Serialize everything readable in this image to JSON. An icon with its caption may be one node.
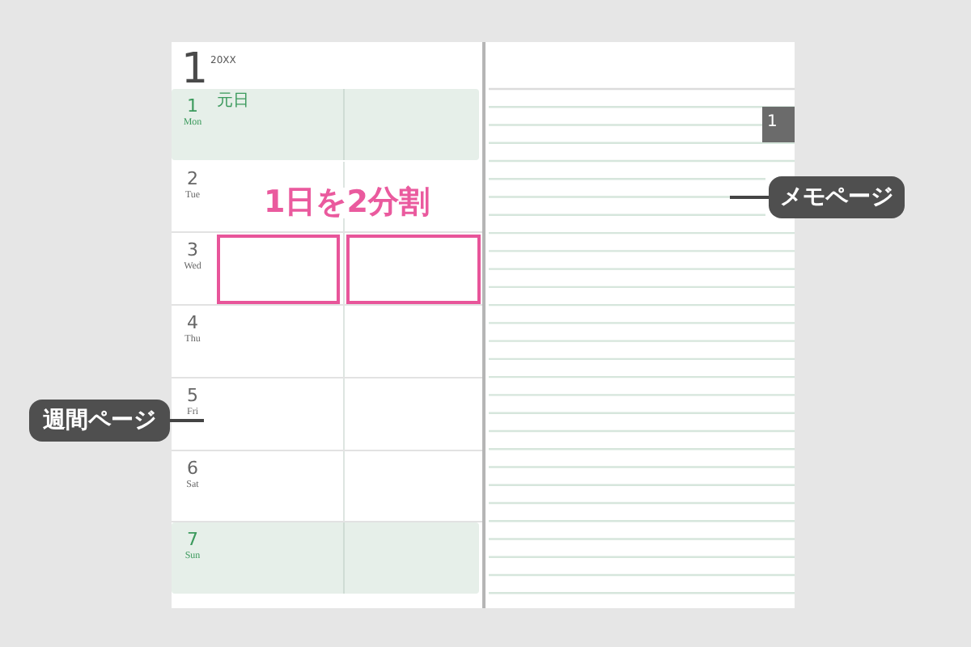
{
  "diagram": {
    "nodes": [
      {
        "text": [
          "1",
          "20XX"
        ]
      },
      {
        "text": [
          "1",
          "元日",
          "Mon"
        ],
        "in": 0
      },
      {
        "text": [
          "2",
          "Tue"
        ],
        "in": 0
      },
      {
        "text": [
          "3",
          "Wed"
        ],
        "in": 0
      },
      {
        "text": [],
        "shape": "box",
        "in": 3
      },
      {
        "text": [],
        "shape": "box",
        "in": 3
      },
      {
        "text": [
          "4",
          "Thu"
        ],
        "in": 0
      },
      {
        "text": [
          "5",
          "Fri"
        ],
        "in": 0
      },
      {
        "text": [
          "6",
          "Sat"
        ],
        "in": 0
      },
      {
        "text": [
          "7",
          "Sun"
        ],
        "in": 0
      },
      {
        "text": [],
        "shape": "box"
      },
      {
        "text": [
          "1"
        ],
        "in": 10
      },
      {
        "text": [
          "メモページ"
        ]
      },
      {
        "text": [
          "週間ページ"
        ]
      }
    ],
    "edges": [
      {
        "from": 12,
        "to": 10,
        "arrow": "none"
      },
      {
        "from": 13,
        "to": 0,
        "arrow": "none"
      }
    ],
    "labels": [
      "1日を2分割"
    ]
  }
}
